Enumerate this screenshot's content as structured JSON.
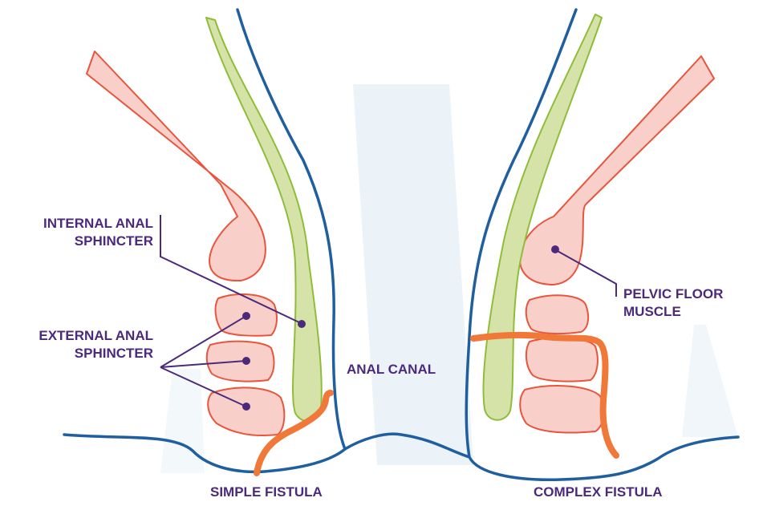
{
  "labels": {
    "internal_sphincter": [
      "INTERNAL ANAL",
      "SPHINCTER"
    ],
    "external_sphincter": [
      "EXTERNAL ANAL",
      "SPHINCTER"
    ],
    "anal_canal": "ANAL CANAL",
    "pelvic_floor": [
      "PELVIC FLOOR",
      "MUSCLE"
    ]
  },
  "captions": {
    "simple": "SIMPLE FISTULA",
    "complex": "COMPLEX FISTULA"
  },
  "colors": {
    "outline_blue": "#1f5fa0",
    "muscle_fill": "#f8cfc9",
    "muscle_stroke": "#e8553d",
    "sphincter_fill": "#d6e3a8",
    "sphincter_stroke": "#8fbd3a",
    "fistula_orange": "#f07838",
    "label_purple": "#4b2a7b",
    "shadow_blue": "#e3eef6"
  }
}
